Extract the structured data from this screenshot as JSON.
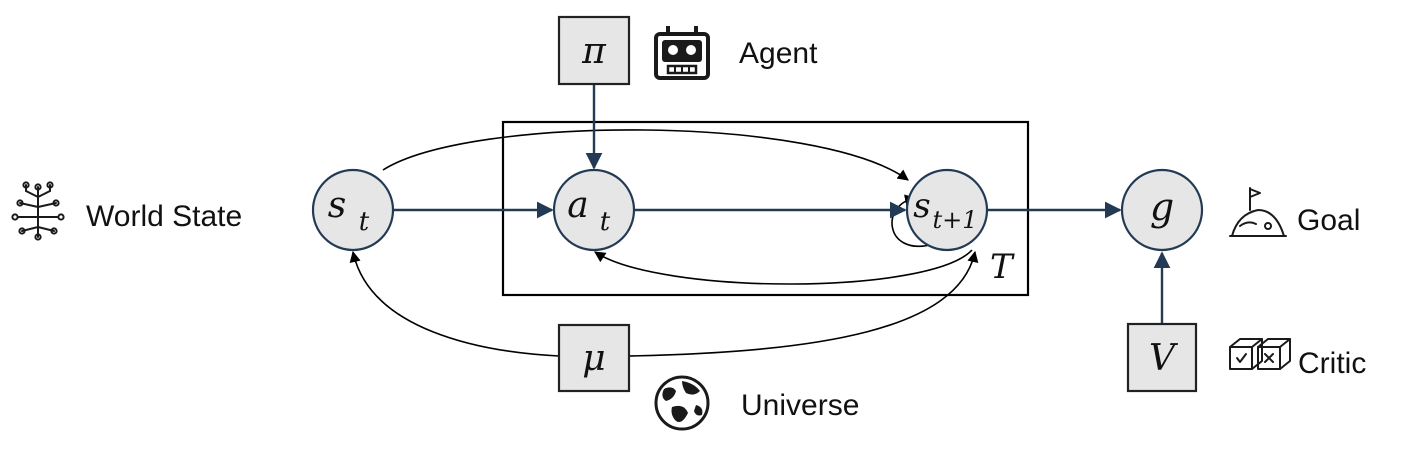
{
  "nodes": {
    "world_state": {
      "symbol": "s",
      "subscript": "t"
    },
    "action": {
      "symbol": "a",
      "subscript": "t"
    },
    "next_state": {
      "symbol": "s",
      "subscript": "t+1"
    },
    "goal": {
      "symbol": "g"
    }
  },
  "factors": {
    "policy": "π",
    "universe": "μ",
    "value": "V"
  },
  "plate": {
    "label": "T"
  },
  "labels": {
    "world_state": "World State",
    "agent": "Agent",
    "goal": "Goal",
    "universe": "Universe",
    "critic": "Critic"
  },
  "icons": {
    "world_state": "network-icon",
    "agent": "robot-icon",
    "goal": "flag-mountain-icon",
    "universe": "globe-icon",
    "critic": "cubes-icon"
  },
  "colors": {
    "node_fill": "#e6e6e6",
    "edge": "#233a55"
  }
}
